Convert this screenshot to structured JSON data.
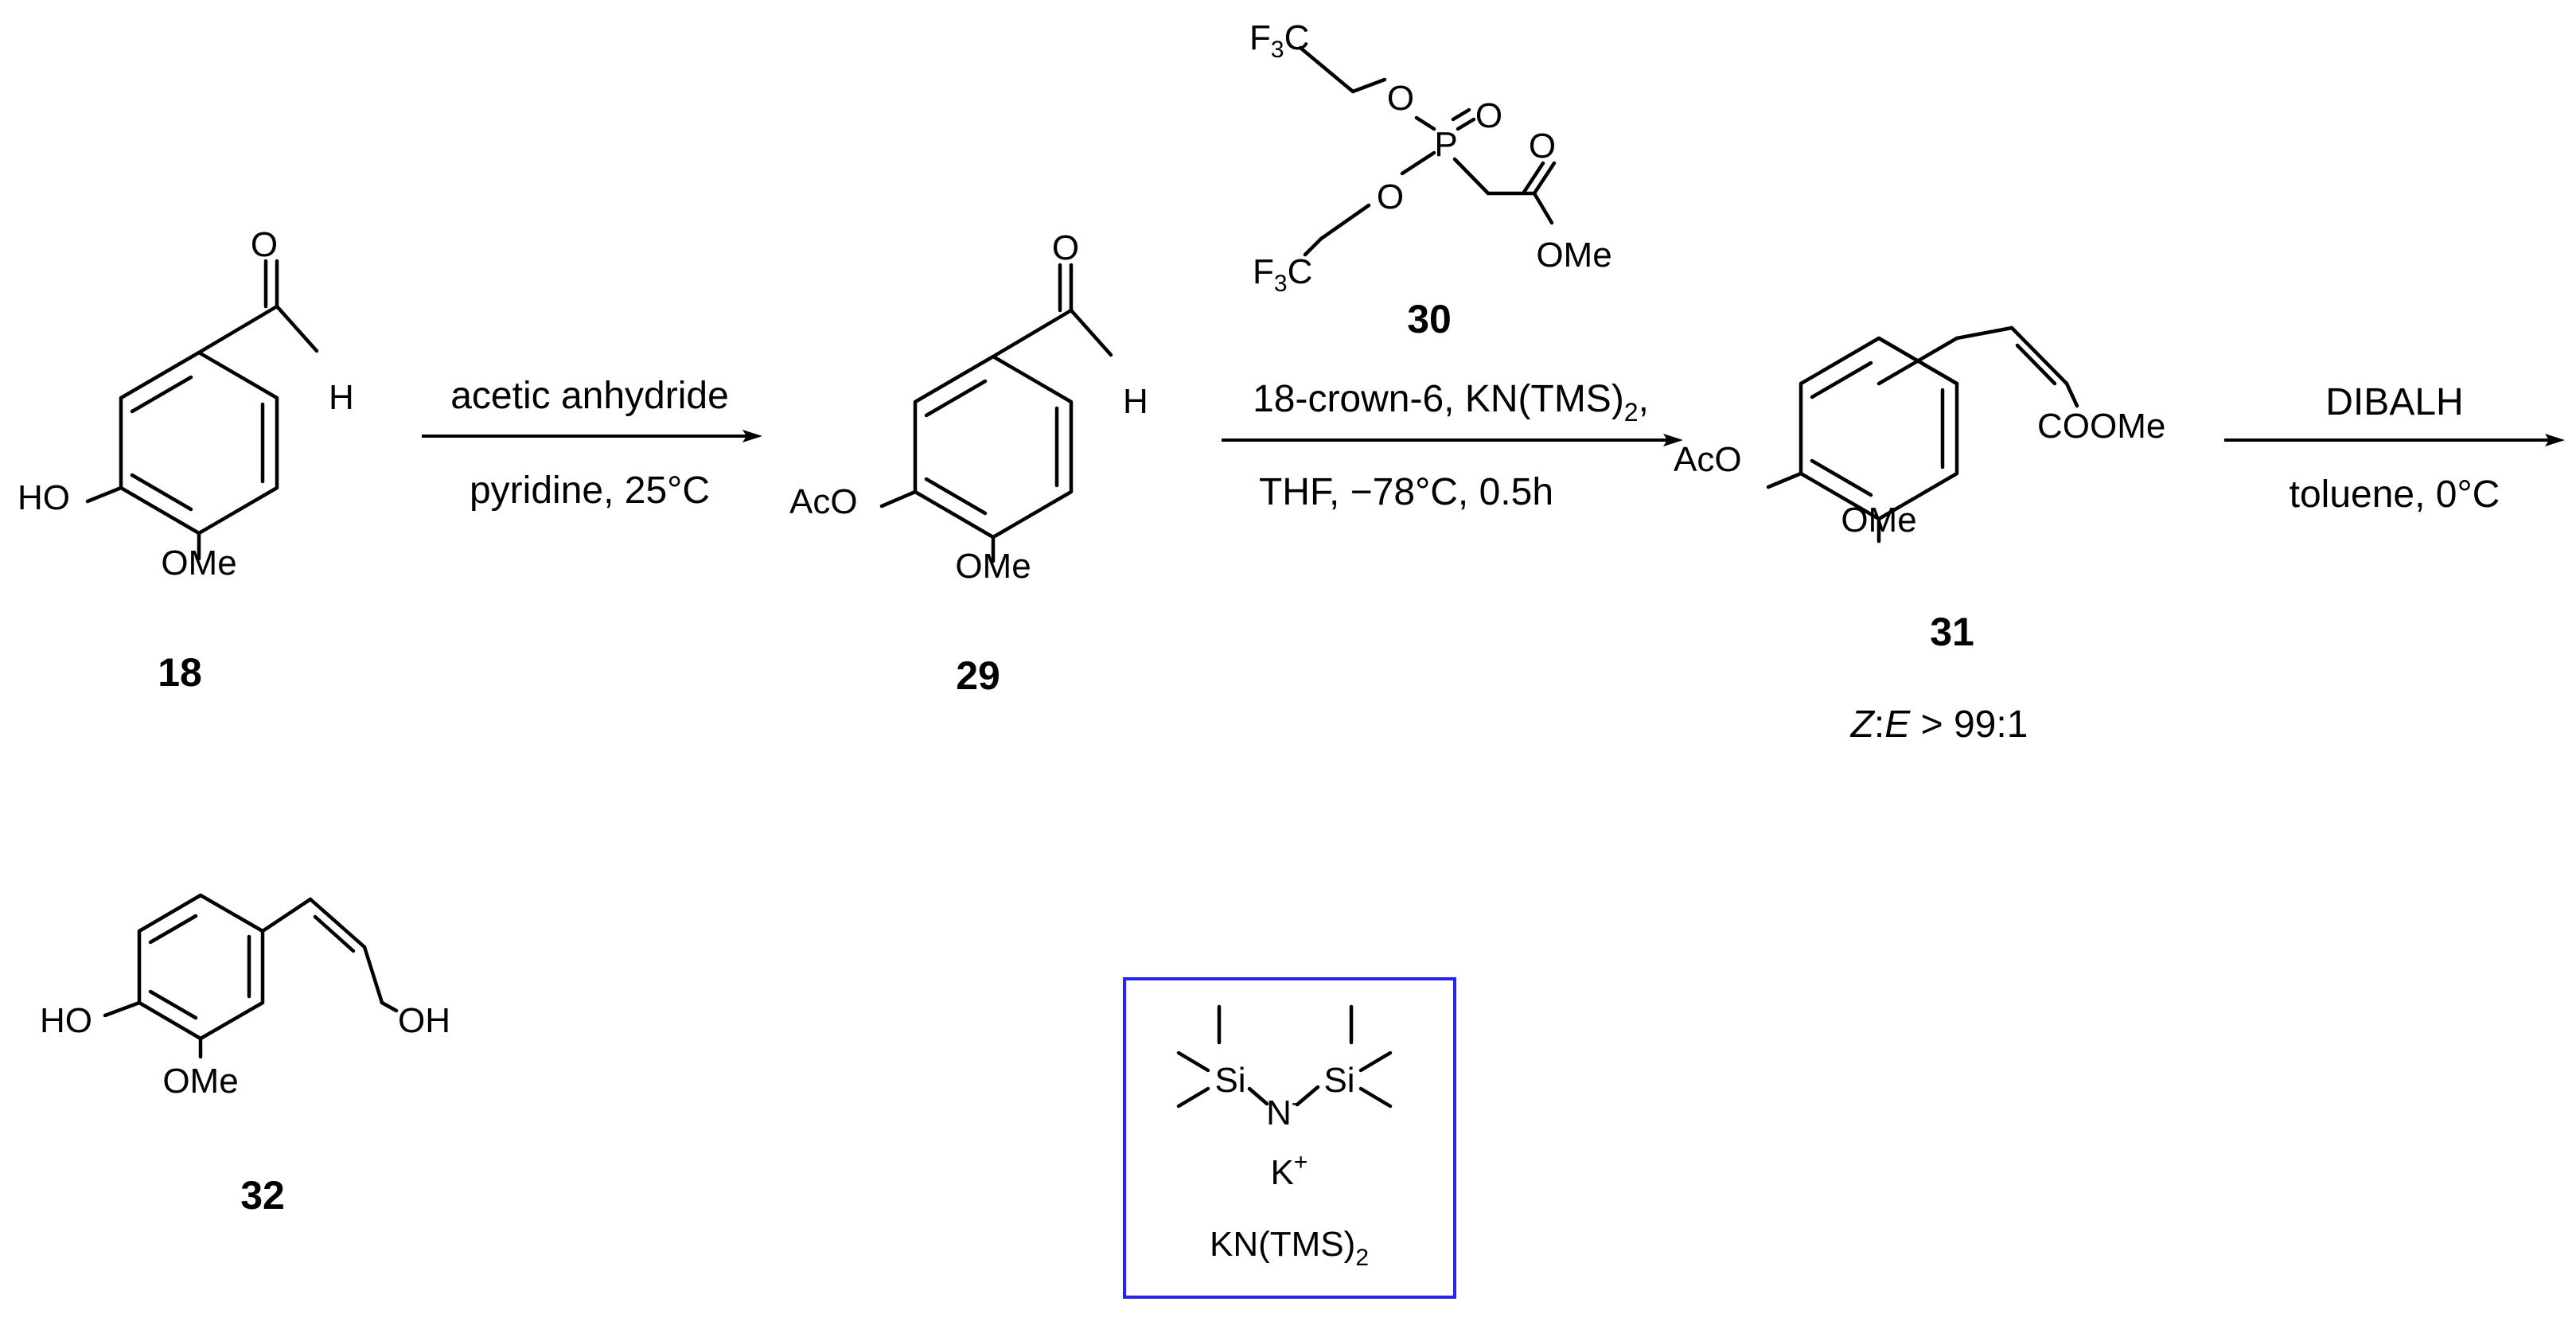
{
  "compounds": {
    "c18": {
      "number": "18",
      "labels": {
        "O": "O",
        "H": "H",
        "OH": "HO",
        "OMe": "OMe"
      }
    },
    "c29": {
      "number": "29",
      "labels": {
        "O": "O",
        "H": "H",
        "OAc": "AcO",
        "OMe": "OMe"
      }
    },
    "c30": {
      "number": "30",
      "labels": {
        "F3a": "F",
        "F3a_sub": "3",
        "F3a_C": "C",
        "O1": "O",
        "P": "P",
        "PO": "O",
        "O2": "O",
        "F3b": "F",
        "F3b_sub": "3",
        "F3b_C": "C",
        "CO": "O",
        "OMe": "OMe"
      }
    },
    "c31": {
      "number": "31",
      "labels": {
        "OAc": "AcO",
        "OMe": "OMe",
        "COOMe": "COOMe"
      },
      "ratio_italic_z": "Z",
      "ratio_colon": ":",
      "ratio_italic_e": "E",
      "ratio_rest": " > 99:1"
    },
    "c32": {
      "number": "32",
      "labels": {
        "HO": "HO",
        "OMe": "OMe",
        "OH": "OH"
      }
    }
  },
  "arrows": {
    "a1": {
      "above": "acetic anhydride",
      "below": "pyridine, 25°C"
    },
    "a2": {
      "above_main": "18-crown-6, KN(TMS)",
      "above_sub": "2",
      "above_end": ",",
      "below": "THF, −78°C, 0.5h"
    },
    "a3": {
      "above": "DIBALH",
      "below": "toluene, 0°C"
    }
  },
  "reagent_box": {
    "si1": "Si",
    "si2": "Si",
    "n": "N",
    "n_charge": "-",
    "k": "K",
    "k_charge": "+",
    "name_main": "KN(TMS)",
    "name_sub": "2"
  },
  "colors": {
    "box_border": "#2424ff"
  }
}
